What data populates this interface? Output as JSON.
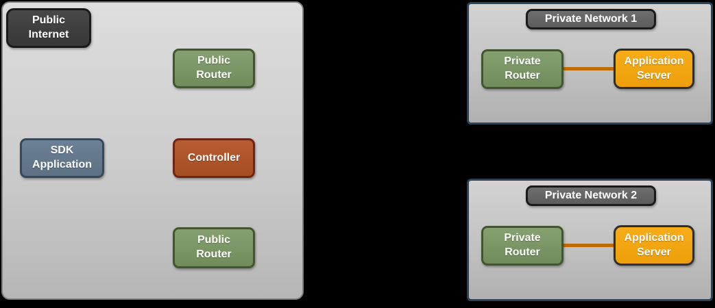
{
  "public_internet_zone": {
    "internet_badge": "Public Internet",
    "nodes": {
      "public_router_top": "Public Router",
      "sdk_application": "SDK Application",
      "controller": "Controller",
      "public_router_bottom": "Public Router"
    }
  },
  "private_networks": [
    {
      "title": "Private Network 1",
      "router": "Private Router",
      "server": "Application Server"
    },
    {
      "title": "Private Network 2",
      "router": "Private Router",
      "server": "Application Server"
    }
  ],
  "palette": {
    "page_background": "#000000",
    "panel_fill_top": "#dedede",
    "panel_fill_bottom": "#b6b6b6",
    "panel_border_gray": "#7f7f7f",
    "network_panel_border": "#26455c",
    "dark_node_fill": "#3f3f3f",
    "title_node_fill": "#656565",
    "green_node_fill": "#7b9766",
    "green_node_border": "#41552e",
    "slate_node_fill": "#64798e",
    "slate_node_border": "#36495c",
    "rust_node_fill": "#af552b",
    "rust_node_border": "#6f2513",
    "orange_node_fill": "#f2a612",
    "orange_node_border": "#2e2e2e",
    "connector_color": "#c06c04",
    "node_text_color": "#ffffff"
  }
}
